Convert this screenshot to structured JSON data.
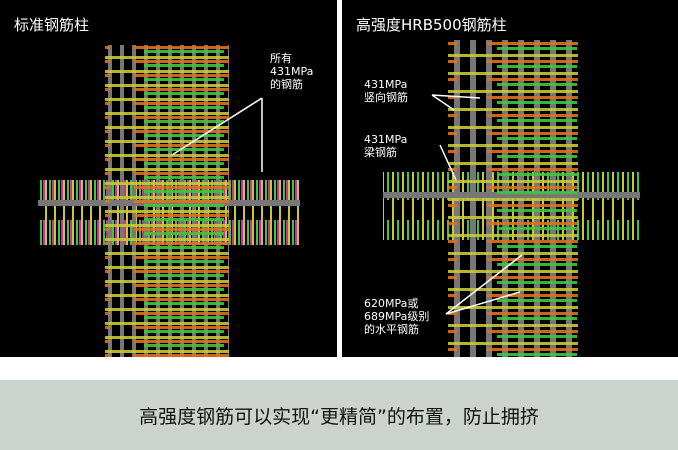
{
  "left_panel": {
    "title": "标准钢筋柱",
    "label": "所有\n431MPa\n的钢筋"
  },
  "right_panel": {
    "title": "高强度HRB500钢筋柱",
    "label_vertical": "431MPa\n竖向钢筋",
    "label_beam": "431MPa\n梁钢筋",
    "label_horizontal": "620MPa或\n689MPa级别\n的水平钢筋"
  },
  "caption": "高强度钢筋可以实现“更精简”的布置，防止拥挤",
  "colors": {
    "rebar_gray": "#7a7a7a",
    "stirrup_yellow": "#c8c832",
    "green": "#3cc83c",
    "orange": "#e0701e",
    "magenta": "#c8329a",
    "caption_bg": "#ccd3cc"
  }
}
